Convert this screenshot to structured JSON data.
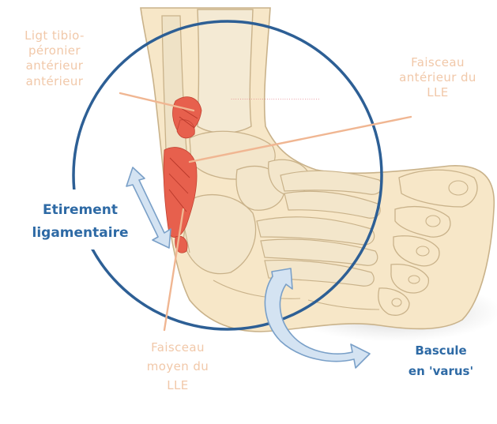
{
  "labels": {
    "ligt_tibio": [
      "Ligt tibio-",
      "péronier",
      "antérieur",
      "antérieur"
    ],
    "faisceau_anterieur": [
      "Faisceau",
      "antérieur du",
      "LLE"
    ],
    "etirement": [
      "Etirement",
      "ligamentaire"
    ],
    "faisceau_moyen": [
      "Faisceau",
      "moyen du",
      "LLE"
    ],
    "bascule": [
      "Bascule",
      "en 'varus'"
    ]
  },
  "colors": {
    "circle": "#2d5f95",
    "label_orange": "#f1c8a9",
    "label_blue": "#2e6aa5",
    "arrow_fill": "#d4e3f2",
    "arrow_stroke": "#7aa0c8",
    "ligament_red": "#e7604d",
    "skin": "#f7e7c8",
    "bone": "#f4ead4",
    "outline": "#c9b28a"
  }
}
